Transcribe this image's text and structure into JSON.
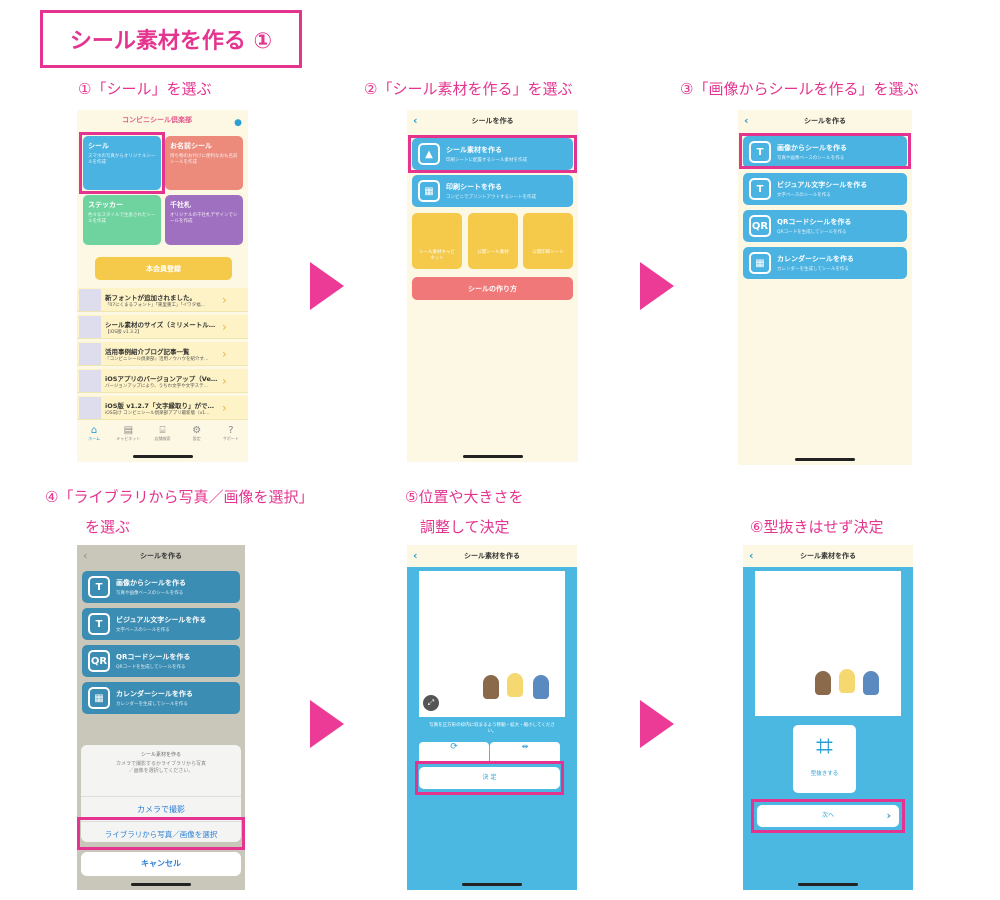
{
  "title": "シール素材を作る ①",
  "captions": {
    "s1": "①「シール」を選ぶ",
    "s2": "②「シール素材を作る」を選ぶ",
    "s3": "③「画像からシールを作る」を選ぶ",
    "s4a": "④「ライブラリから写真／画像を選択」",
    "s4b": "を選ぶ",
    "s5a": "⑤位置や大きさを",
    "s5b": "調整して決定",
    "s6": "⑥型抜きはせず決定"
  },
  "colors": {
    "accent": "#e4348f",
    "blue": "#4ab3e2",
    "cream": "#fdf8e3"
  },
  "screen1": {
    "logo": "コンビニシール倶楽部",
    "tiles": [
      {
        "title": "シール",
        "desc": "スマホの写真からオリジナルシールを作成"
      },
      {
        "title": "お名前シール",
        "desc": "持ち物のお付けに便利なおも名前シールを作成"
      },
      {
        "title": "ステッカー",
        "desc": "色々なスタイルで生産されたシールを作成"
      },
      {
        "title": "千社札",
        "desc": "オリジナルの千社札デザインでシールを作成"
      }
    ],
    "register": "本会員登録",
    "news": [
      {
        "title": "新フォントが追加されました。",
        "sub": "「07にくまるフォント」「東里重工」「イワタ福…"
      },
      {
        "title": "シール素材のサイズ（ミリメートル…",
        "sub": "【iOS版 v1.3.2】"
      },
      {
        "title": "活用事例紹介ブログ記事一覧",
        "sub": "『コンビニシール倶楽部』活用ノウハウを紹介す…"
      },
      {
        "title": "iOSアプリのバージョンアップ（Ve…",
        "sub": "バージョンアップにより、うちわ文字や文字ステ…"
      },
      {
        "title": "iOS版 v1.2.7「文字縁取り」がで…",
        "sub": "iOS向け コンビニシール倶楽部アプリ最新版（v1…"
      }
    ],
    "tabs": [
      "ホーム",
      "キャビネット",
      "店舗検索",
      "設定",
      "サポート"
    ]
  },
  "screen2": {
    "header": "シールを作る",
    "items": [
      {
        "title": "シール素材を作る",
        "desc": "印刷シートに配置するシール素材を作成"
      },
      {
        "title": "印刷シートを作る",
        "desc": "コンビニでプリントアウトするシートを作成"
      }
    ],
    "tiles": [
      "シール素材キャビネット",
      "公開シール素材",
      "公開印刷シート"
    ],
    "howto": "シールの作り方"
  },
  "screen3": {
    "header": "シールを作る",
    "items": [
      {
        "title": "画像からシールを作る",
        "desc": "写真や画像ベースのシールを作る",
        "icon": "T"
      },
      {
        "title": "ビジュアル文字シールを作る",
        "desc": "文字ベースのシールを作る",
        "icon": "T"
      },
      {
        "title": "QRコードシールを作る",
        "desc": "QRコードを生成してシールを作る",
        "icon": "QR"
      },
      {
        "title": "カレンダーシールを作る",
        "desc": "カレンダーを生成してシールを作る",
        "icon": "▦"
      }
    ]
  },
  "screen4": {
    "sheet_title": "シール素材を作る",
    "sheet_msg": "カメラで撮影するかライブラリから写真／画像を選択してください。",
    "camera": "カメラで撮影",
    "library": "ライブラリから写真／画像を選択",
    "cancel": "キャンセル"
  },
  "screen5": {
    "header": "シール素材を作る",
    "hint": "写真を正方形の枠内に収まるよう移動・拡大・縮小してください。",
    "decide": "決 定"
  },
  "screen6": {
    "header": "シール素材を作る",
    "crop": "型抜きする",
    "next": "次へ"
  }
}
